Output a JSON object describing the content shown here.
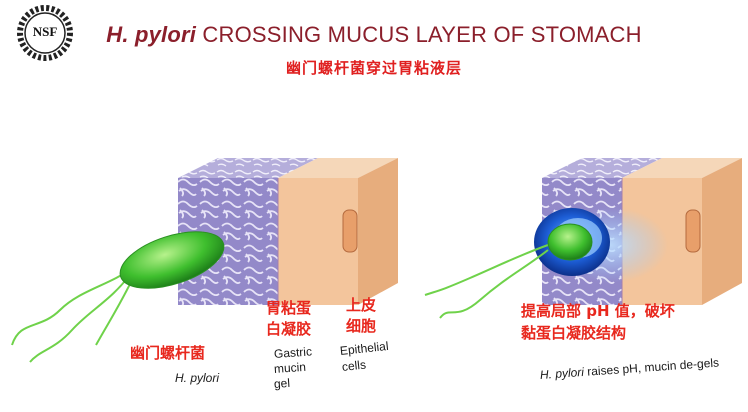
{
  "logo": {
    "text": "NSF"
  },
  "title": {
    "italic": "H. pylori",
    "rest": " CROSSING MUCUS LAYER OF STOMACH"
  },
  "subtitle": "幽门螺杆菌穿过胃粘液层",
  "left_panel": {
    "bacteria_cn": "幽门螺杆菌",
    "bacteria_en": "H. pylori",
    "mucin_cn_1": "胃粘蛋",
    "mucin_cn_2": "白凝胶",
    "mucin_en_1": "Gastric",
    "mucin_en_2": "mucin",
    "mucin_en_3": "gel",
    "epi_cn_1": "上皮",
    "epi_cn_2": "细胞",
    "epi_en_1": "Epithelial",
    "epi_en_2": "cells"
  },
  "right_panel": {
    "caption_cn_1": "提高局部 pH 值，破坏",
    "caption_cn_2": "黏蛋白凝胶结构",
    "caption_en_italic": "H. pylori",
    "caption_en_rest": " raises pH, mucin de-gels"
  },
  "colors": {
    "title": "#8b1f2b",
    "annotation_red": "#e8281e",
    "bacteria": "#3ec23a",
    "mucus": "#8e84c6",
    "epithelium": "#f2c8a0"
  }
}
